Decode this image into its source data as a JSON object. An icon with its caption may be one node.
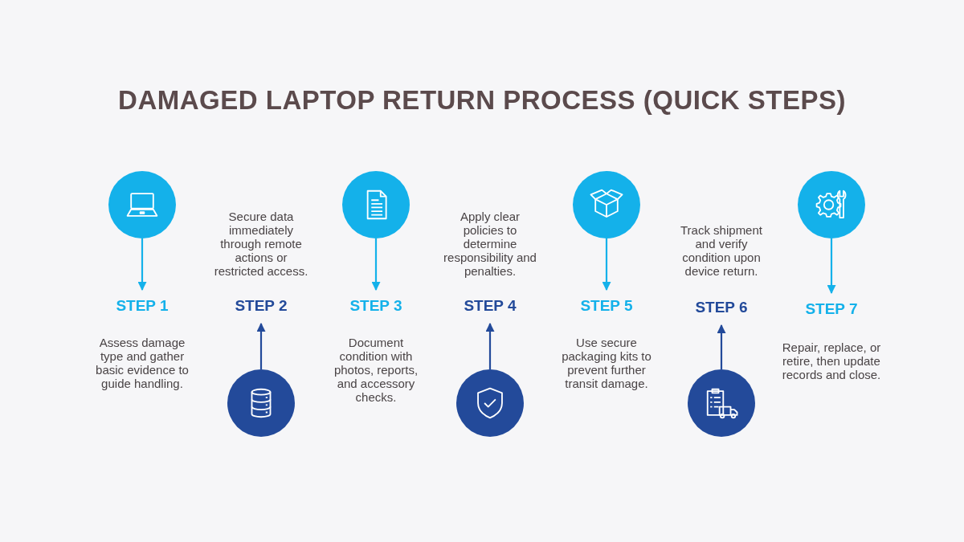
{
  "diagram": {
    "title": "DAMAGED LAPTOP RETURN PROCESS (QUICK STEPS)",
    "nodes": [
      {
        "text": [],
        "shape": "circle"
      },
      {
        "text": [
          "STEP 1"
        ],
        "beside": [
          "Assess damage type and gather basic evidence to guide handling."
        ]
      },
      {
        "text": [],
        "shape": "circle"
      },
      {
        "text": [
          "STEP 2"
        ],
        "beside": [
          "Secure data immediately through remote actions or restricted access."
        ]
      },
      {
        "text": [],
        "shape": "circle"
      },
      {
        "text": [
          "STEP 3"
        ],
        "beside": [
          "Document condition with photos, reports, and accessory checks."
        ]
      },
      {
        "text": [],
        "shape": "circle"
      },
      {
        "text": [
          "STEP 4"
        ],
        "beside": [
          "Apply clear policies to determine responsibility and penalties."
        ]
      },
      {
        "text": [],
        "shape": "circle"
      },
      {
        "text": [
          "STEP 5"
        ],
        "beside": [
          "Use secure packaging kits to prevent further transit damage."
        ]
      },
      {
        "text": [],
        "shape": "circle"
      },
      {
        "text": [
          "STEP 6"
        ],
        "beside": [
          "Track shipment and verify condition upon device return."
        ]
      },
      {
        "text": [],
        "shape": "circle"
      },
      {
        "text": [
          "STEP 7"
        ],
        "beside": [
          "Repair, replace, or retire, then update records and close."
        ]
      }
    ],
    "edges": [
      {
        "from": 0,
        "to": 1,
        "arrow": "to"
      },
      {
        "from": 2,
        "to": 3,
        "arrow": "to",
        "color": "#234a9a"
      },
      {
        "from": 4,
        "to": 5,
        "arrow": "to"
      },
      {
        "from": 6,
        "to": 7,
        "arrow": "to",
        "color": "#234a9a"
      },
      {
        "from": 8,
        "to": 9,
        "arrow": "to"
      },
      {
        "from": 10,
        "to": 11,
        "arrow": "to",
        "color": "#234a9a"
      },
      {
        "from": 12,
        "to": 13,
        "arrow": "to"
      }
    ]
  }
}
